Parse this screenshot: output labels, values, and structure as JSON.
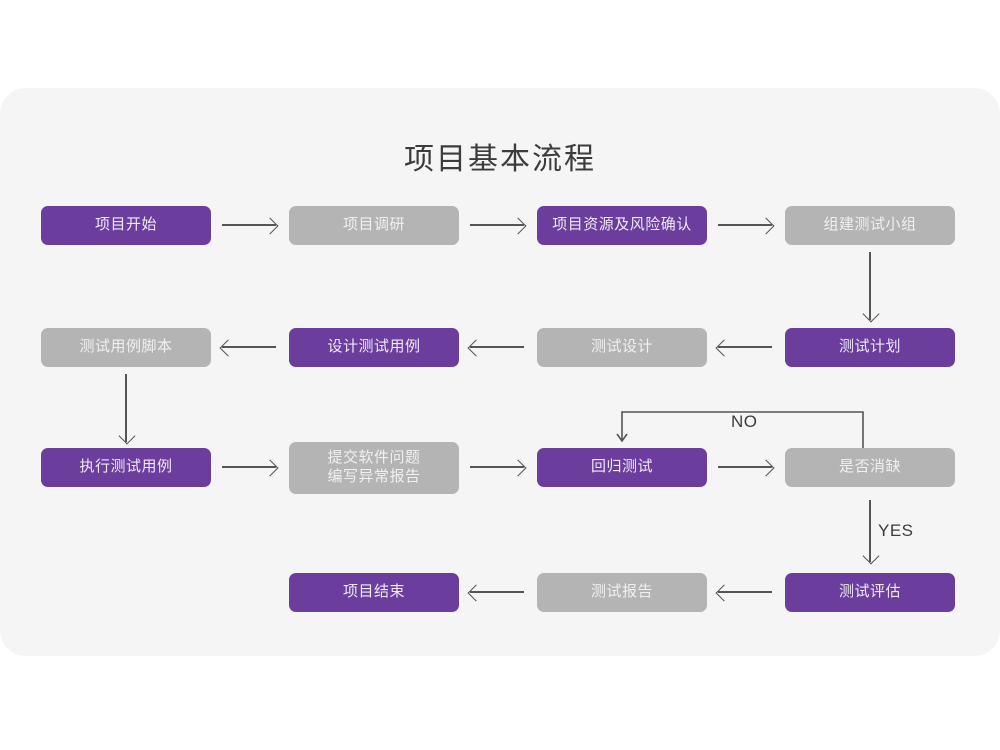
{
  "diagram": {
    "title": "项目基本流程",
    "colors": {
      "accent_purple": "#6B3E9E",
      "muted_gray": "#B4B4B4",
      "panel_background": "#F5F5F5",
      "arrow": "#555555",
      "page_background": "#FFFFFF"
    },
    "nodes": [
      {
        "id": "n1",
        "label": "项目开始",
        "style": "purple",
        "row": 1,
        "col": 1
      },
      {
        "id": "n2",
        "label": "项目调研",
        "style": "gray",
        "row": 1,
        "col": 2
      },
      {
        "id": "n3",
        "label": "项目资源及风险确认",
        "style": "purple",
        "row": 1,
        "col": 3
      },
      {
        "id": "n4",
        "label": "组建测试小组",
        "style": "gray",
        "row": 1,
        "col": 4
      },
      {
        "id": "n5",
        "label": "测试用例脚本",
        "style": "gray",
        "row": 2,
        "col": 1
      },
      {
        "id": "n6",
        "label": "设计测试用例",
        "style": "purple",
        "row": 2,
        "col": 2
      },
      {
        "id": "n7",
        "label": "测试设计",
        "style": "gray",
        "row": 2,
        "col": 3
      },
      {
        "id": "n8",
        "label": "测试计划",
        "style": "purple",
        "row": 2,
        "col": 4
      },
      {
        "id": "n9",
        "label": "执行测试用例",
        "style": "purple",
        "row": 3,
        "col": 1
      },
      {
        "id": "n10",
        "label_line1": "提交软件问题",
        "label_line2": "编写异常报告",
        "style": "gray",
        "row": 3,
        "col": 2
      },
      {
        "id": "n11",
        "label": "回归测试",
        "style": "purple",
        "row": 3,
        "col": 3
      },
      {
        "id": "n12",
        "label": "是否消缺",
        "style": "gray",
        "row": 3,
        "col": 4
      },
      {
        "id": "n13",
        "label": "项目结束",
        "style": "purple",
        "row": 4,
        "col": 2
      },
      {
        "id": "n14",
        "label": "测试报告",
        "style": "gray",
        "row": 4,
        "col": 3
      },
      {
        "id": "n15",
        "label": "测试评估",
        "style": "purple",
        "row": 4,
        "col": 4
      }
    ],
    "edge_labels": {
      "no": "NO",
      "yes": "YES"
    }
  }
}
